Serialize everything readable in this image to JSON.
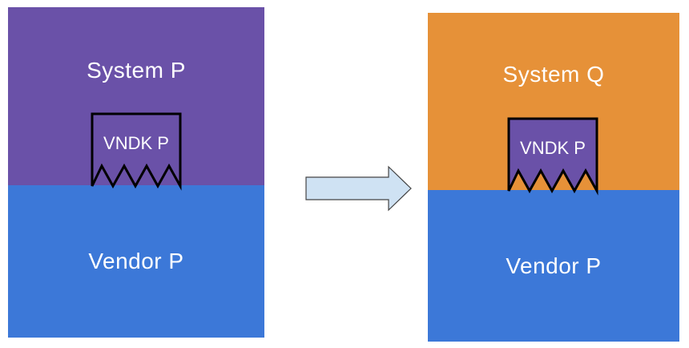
{
  "diagram": {
    "left": {
      "system_label": "System P",
      "vendor_label": "Vendor P",
      "vndk_label": "VNDK P",
      "system_color": "#6a51a8",
      "vendor_color": "#3c78d8",
      "vndk_color": "#6a51a8"
    },
    "right": {
      "system_label": "System Q",
      "vendor_label": "Vendor P",
      "vndk_label": "VNDK P",
      "system_color": "#e69138",
      "vendor_color": "#3c78d8",
      "vndk_color": "#6a51a8"
    },
    "arrow": {
      "fill_color": "#cfe2f3",
      "stroke_color": "#444444",
      "direction": "right"
    }
  }
}
